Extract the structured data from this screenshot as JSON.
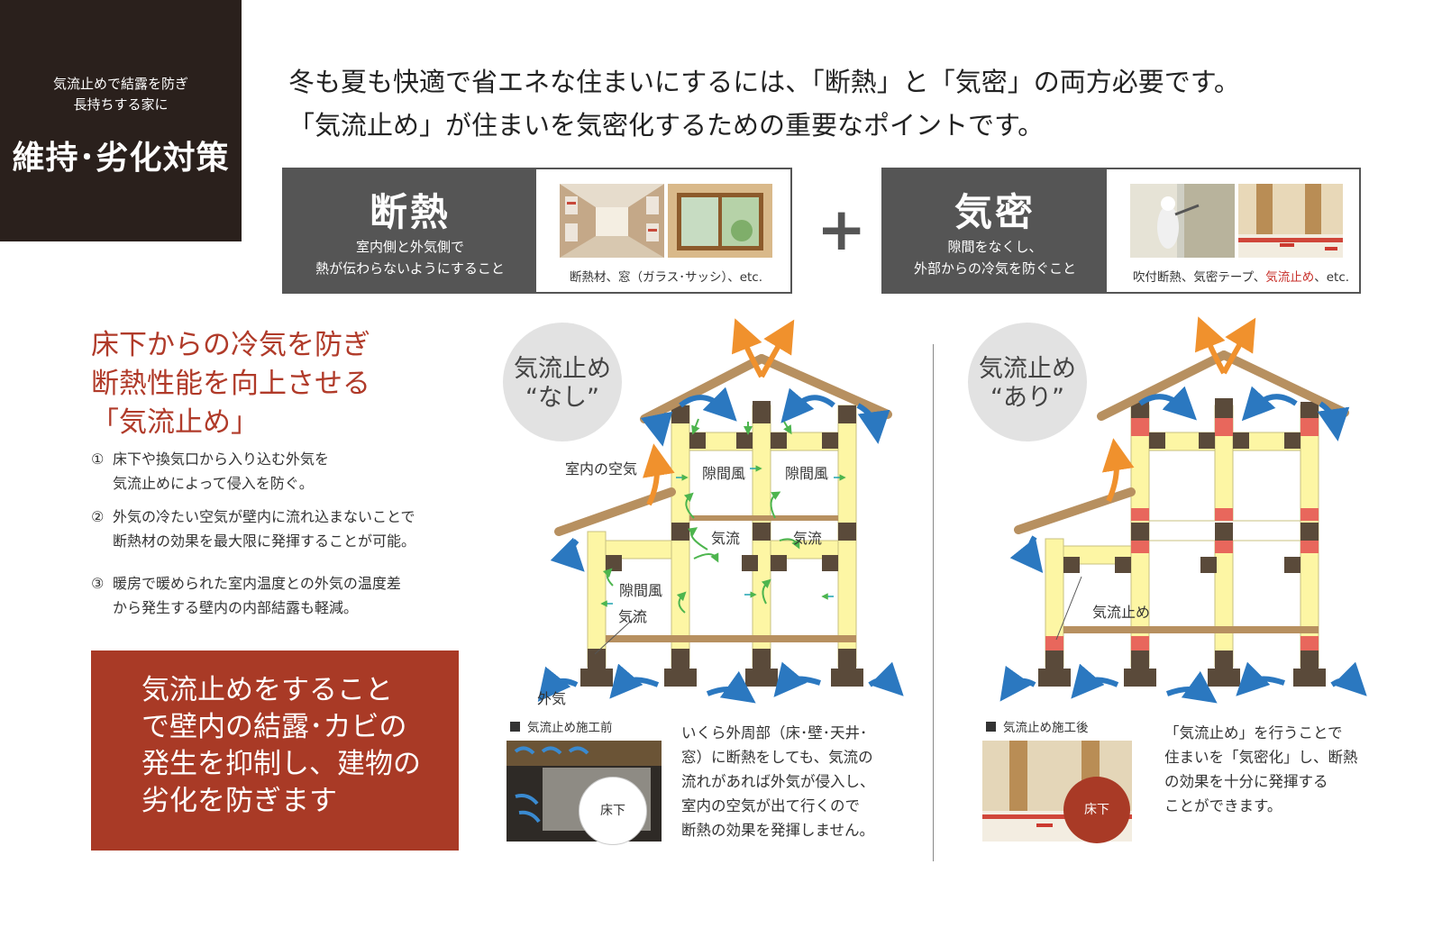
{
  "badge": {
    "sub_line1": "気流止めで結露を防ぎ",
    "sub_line2": "長持ちする家に",
    "title": "維持･劣化対策"
  },
  "headline": {
    "line1": "冬も夏も快適で省エネな住まいにするには、「断熱」と「気密」の両方必要です。",
    "line2": "「気流止め」が住まいを気密化するための重要なポイントです。"
  },
  "dannetsu": {
    "title": "断熱",
    "desc_line1": "室内側と外気側で",
    "desc_line2": "熱が伝わらないようにすること",
    "caption": "断熱材、窓（ガラス･サッシ）、etc."
  },
  "plus_sign": "+",
  "kimitsu": {
    "title": "気密",
    "desc_line1": "隙間をなくし、",
    "desc_line2": "外部からの冷気を防ぐこと",
    "caption_a": "吹付断熱、気密テープ、",
    "caption_red": "気流止め",
    "caption_b": "、etc."
  },
  "left": {
    "heading_line1": "床下からの冷気を防ぎ",
    "heading_line2": "断熱性能を向上させる",
    "heading_line3": "「気流止め」",
    "items": [
      {
        "num": "①",
        "line1": "床下や換気口から入り込む外気を",
        "line2": "気流止めによって侵入を防ぐ。"
      },
      {
        "num": "②",
        "line1": "外気の冷たい空気が壁内に流れ込まないことで",
        "line2": "断熱材の効果を最大限に発揮することが可能。"
      },
      {
        "num": "③",
        "line1": "暖房で暖められた室内温度との外気の温度差",
        "line2": "から発生する壁内の内部結露も軽減。"
      }
    ],
    "box_line1": "気流止めをすること",
    "box_line2": "で壁内の結露･カビの",
    "box_line3": "発生を抑制し、建物の",
    "box_line4": "劣化を防ぎます"
  },
  "diagram_nashi": {
    "circle_line1": "気流止め",
    "circle_line2": "“なし”",
    "label_indoor_air": "室内の空気",
    "label_gap_wind_1": "隙間風",
    "label_gap_wind_2": "隙間風",
    "label_gap_wind_3": "隙間風",
    "label_airflow_1": "気流",
    "label_airflow_2": "気流",
    "label_airflow_3": "気流",
    "label_outside_air": "外気",
    "photo_caption": "気流止め施工前",
    "tag": "床下",
    "para_line1": "いくら外周部（床･壁･天井･",
    "para_line2": "窓）に断熱をしても、気流の",
    "para_line3": "流れがあれば外気が侵入し、",
    "para_line4": "室内の空気が出て行くので",
    "para_line5": "断熱の効果を発揮しません。"
  },
  "diagram_ari": {
    "circle_line1": "気流止め",
    "circle_line2": "“あり”",
    "label_airstop": "気流止め",
    "photo_caption": "気流止め施工後",
    "tag": "床下",
    "para_line1": "「気流止め」を行うことで",
    "para_line2": "住まいを「気密化」し、断熱",
    "para_line3": "の効果を十分に発揮する",
    "para_line4": "ことができます。"
  },
  "colors": {
    "badge_bg": "#2a201c",
    "heading_red": "#b03a29",
    "box_red": "#a93a26",
    "insulation_yellow": "#fdf6a4",
    "post_brown": "#5a4a3a",
    "roof_tan": "#b79060",
    "airstop_red": "#e8675c",
    "arrow_blue": "#2b78c0",
    "arrow_orange": "#f0912d",
    "arrow_green": "#4db54e"
  }
}
